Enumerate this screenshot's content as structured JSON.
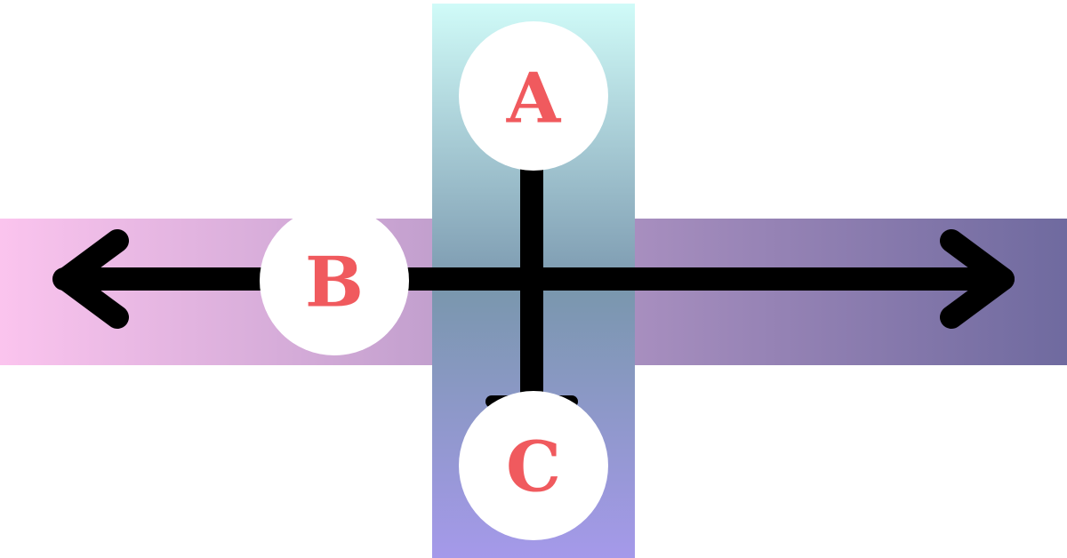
{
  "colors": {
    "background": "#ffffff",
    "horizontal_band_start": "#fbc4ee",
    "horizontal_band_end": "#6f6a9f",
    "vertical_band_top": "#d0fbf8",
    "vertical_band_middle": "#7a97ae",
    "vertical_band_bottom": "#a599ea",
    "line": "#000000",
    "node_fill": "#ffffff",
    "label": "#f05a5e"
  },
  "nodes": {
    "a": {
      "label": "A"
    },
    "b": {
      "label": "B"
    },
    "c": {
      "label": "C"
    }
  }
}
